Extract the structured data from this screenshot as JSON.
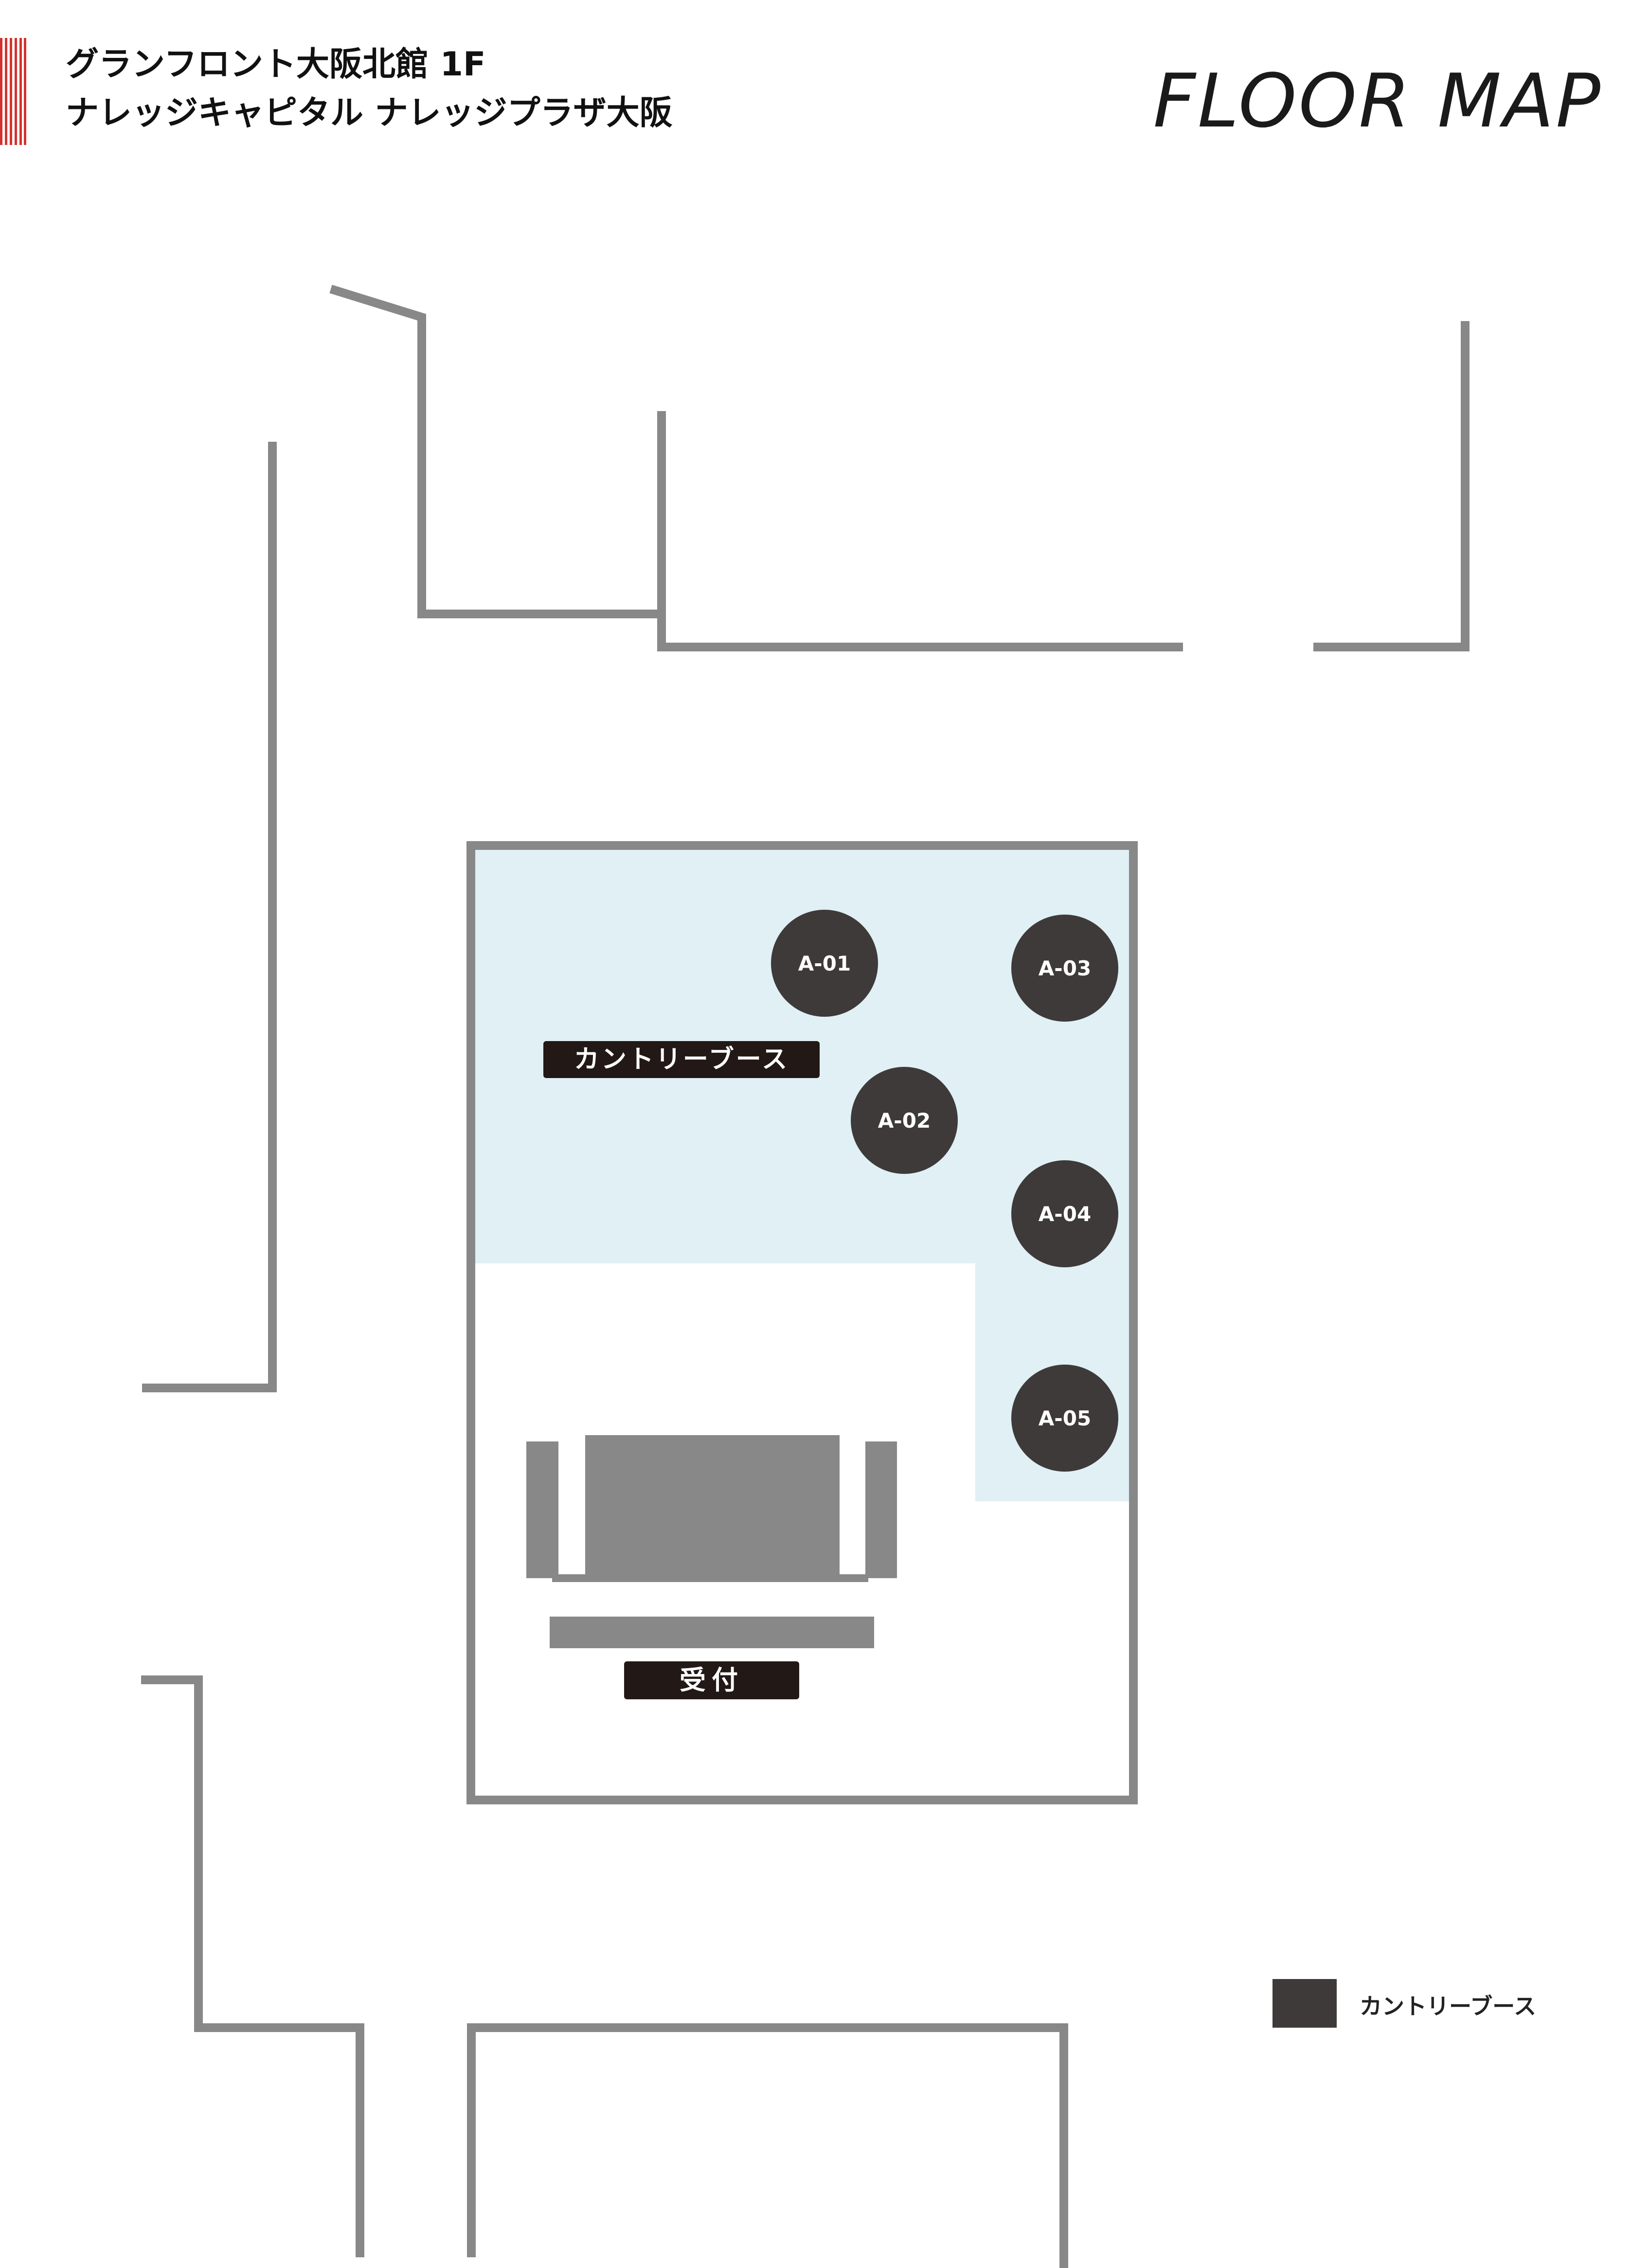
{
  "header": {
    "line1": "グランフロント大阪北館 1F",
    "line2": "ナレッジキャピタル ナレッジプラザ大阪",
    "map_title": "FLOOR MAP",
    "accent_color": "#d3322f"
  },
  "areas": {
    "country_booth_label": "カントリーブース",
    "reception_label": "受付"
  },
  "booths": [
    {
      "id": "A-01"
    },
    {
      "id": "A-02"
    },
    {
      "id": "A-03"
    },
    {
      "id": "A-04"
    },
    {
      "id": "A-05"
    }
  ],
  "legend": {
    "label": "カントリーブース",
    "swatch_color": "#3e3a39"
  },
  "colors": {
    "wall": "#888888",
    "booth_area": "#e0f0f5",
    "booth": "#3e3a39",
    "label_bg": "#221815"
  }
}
